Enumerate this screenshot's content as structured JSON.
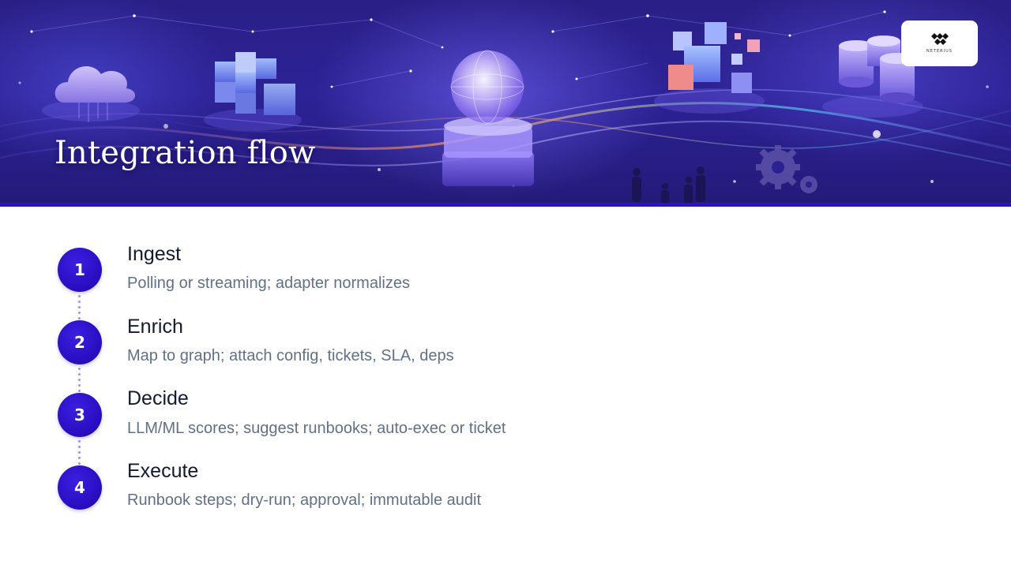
{
  "slide": {
    "title": "Integration flow",
    "logo": {
      "icon": "brand-logo-icon",
      "text": "NETERIUS"
    },
    "colors": {
      "banner_base": "#2a1f86",
      "accent_bar": "#2b12c9",
      "step_circle": "#2a0fc4",
      "title_text": "#121a2e",
      "description_text": "#617085",
      "connector_dots": "#9b8fe8"
    }
  },
  "steps": [
    {
      "number": "1",
      "title": "Ingest",
      "description": "Polling or streaming; adapter normalizes"
    },
    {
      "number": "2",
      "title": "Enrich",
      "description": "Map to graph; attach config, tickets, SLA, deps"
    },
    {
      "number": "3",
      "title": "Decide",
      "description": "LLM/ML scores; suggest runbooks; auto-exec or ticket"
    },
    {
      "number": "4",
      "title": "Execute",
      "description": "Runbook steps; dry-run; approval; immutable audit"
    }
  ]
}
